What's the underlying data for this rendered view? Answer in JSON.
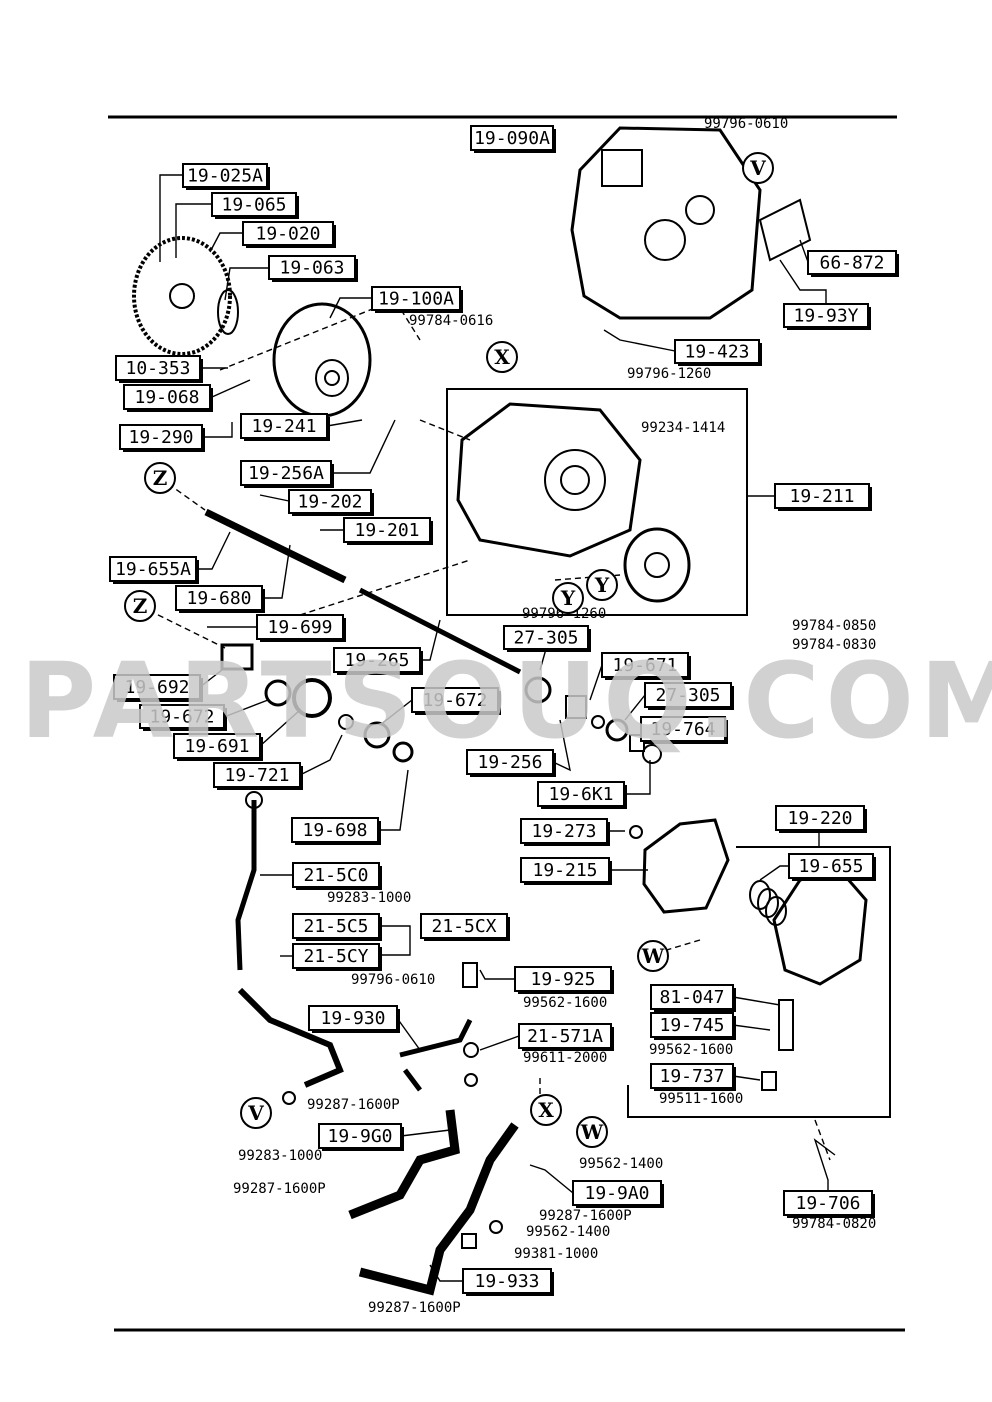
{
  "watermark": "PARTSOUQ.COM",
  "boxed_parts": [
    "19-090A",
    "19-025A",
    "19-065",
    "19-020",
    "19-063",
    "19-100A",
    "66-872",
    "19-93Y",
    "10-353",
    "19-068",
    "19-423",
    "19-290",
    "19-241",
    "19-256A",
    "19-202",
    "19-211",
    "19-201",
    "19-655A",
    "19-680",
    "19-699",
    "27-305",
    "19-265",
    "19-671",
    "19-692",
    "27-305",
    "19-672",
    "19-672",
    "19-764",
    "19-691",
    "19-256",
    "19-721",
    "19-6K1",
    "19-698",
    "19-273",
    "19-220",
    "19-215",
    "19-655",
    "21-5C0",
    "21-5C5",
    "21-5CX",
    "21-5CY",
    "19-925",
    "81-047",
    "19-930",
    "21-571A",
    "19-745",
    "19-737",
    "19-9G0",
    "19-9A0",
    "19-706",
    "19-933"
  ],
  "plain_parts": [
    "99796-0610",
    "99784-0616",
    "99796-1260",
    "99234-1414",
    "99796-1260",
    "99784-0850",
    "99784-0830",
    "99283-1000",
    "99796-0610",
    "99562-1600",
    "99611-2000",
    "99562-1600",
    "99287-1600P",
    "99511-1600",
    "99283-1000",
    "99287-1600P",
    "99562-1400",
    "99287-1600P",
    "99562-1400",
    "99784-0820",
    "99381-1000",
    "99287-1600P"
  ],
  "reference_markers": [
    "V",
    "X",
    "Z",
    "Y",
    "Y",
    "Z",
    "W",
    "V",
    "X",
    "W"
  ]
}
